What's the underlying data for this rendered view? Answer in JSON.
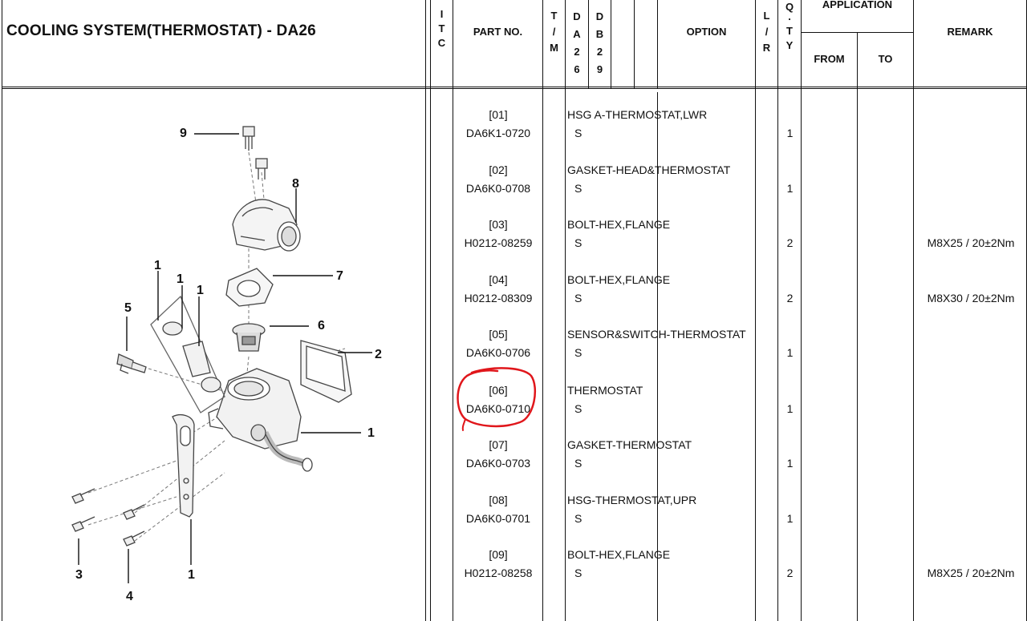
{
  "header": {
    "title": "COOLING SYSTEM(THERMOSTAT) - DA26",
    "itc": [
      "I",
      "T",
      "C"
    ],
    "part_no": "PART NO.",
    "tm": [
      "T",
      "/",
      "M"
    ],
    "da26": [
      "D",
      "A",
      "2",
      "6"
    ],
    "db29": [
      "D",
      "B",
      "2",
      "9"
    ],
    "option": "OPTION",
    "lr": [
      "L",
      "/",
      "R"
    ],
    "qty": [
      "Q",
      ".",
      "T",
      "Y"
    ],
    "application": "APPLICATION",
    "from": "FROM",
    "to": "TO",
    "remark": "REMARK"
  },
  "rows": [
    {
      "index": "[01]",
      "part_no": "DA6K1-0720",
      "name": "HSG A-THERMOSTAT,LWR",
      "option": "S",
      "qty": "1",
      "remark": ""
    },
    {
      "index": "[02]",
      "part_no": "DA6K0-0708",
      "name": "GASKET-HEAD&THERMOSTAT",
      "option": "S",
      "qty": "1",
      "remark": ""
    },
    {
      "index": "[03]",
      "part_no": "H0212-08259",
      "name": "BOLT-HEX,FLANGE",
      "option": "S",
      "qty": "2",
      "remark": "M8X25 / 20±2Nm"
    },
    {
      "index": "[04]",
      "part_no": "H0212-08309",
      "name": "BOLT-HEX,FLANGE",
      "option": "S",
      "qty": "2",
      "remark": "M8X30 / 20±2Nm"
    },
    {
      "index": "[05]",
      "part_no": "DA6K0-0706",
      "name": "SENSOR&SWITCH-THERMOSTAT",
      "option": "S",
      "qty": "1",
      "remark": ""
    },
    {
      "index": "[06]",
      "part_no": "DA6K0-0710",
      "name": "THERMOSTAT",
      "option": "S",
      "qty": "1",
      "remark": ""
    },
    {
      "index": "[07]",
      "part_no": "DA6K0-0703",
      "name": "GASKET-THERMOSTAT",
      "option": "S",
      "qty": "1",
      "remark": ""
    },
    {
      "index": "[08]",
      "part_no": "DA6K0-0701",
      "name": "HSG-THERMOSTAT,UPR",
      "option": "S",
      "qty": "1",
      "remark": ""
    },
    {
      "index": "[09]",
      "part_no": "H0212-08258",
      "name": "BOLT-HEX,FLANGE",
      "option": "S",
      "qty": "2",
      "remark": "M8X25 / 20±2Nm"
    }
  ],
  "diagram": {
    "callouts": {
      "c9": "9",
      "c8": "8",
      "c7": "7",
      "c6": "6",
      "c5": "5",
      "c2": "2",
      "c1_right": "1",
      "c1_top_a": "1",
      "c1_top_b": "1",
      "c1_top_c": "1",
      "c3": "3",
      "c4": "4",
      "c1_bottom": "1"
    }
  },
  "colors": {
    "ink": "#111111",
    "highlight": "#e0161b",
    "part": "#444444"
  }
}
